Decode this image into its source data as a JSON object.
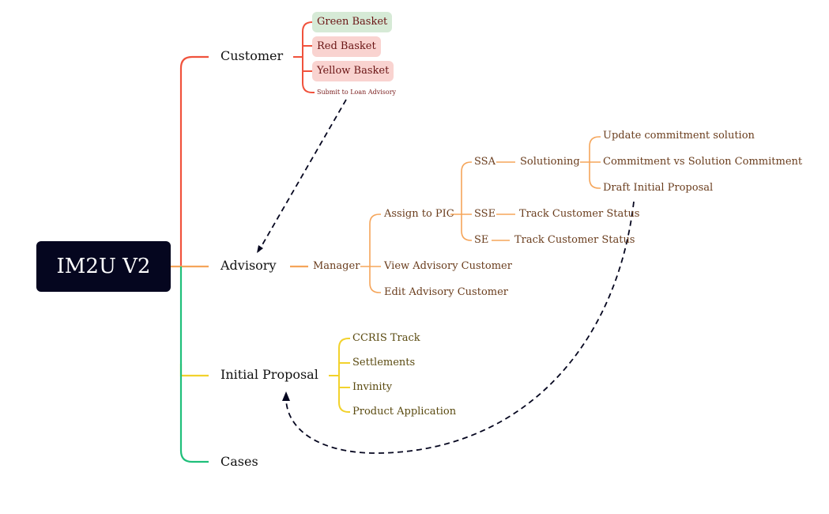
{
  "root": {
    "label": "IM2U V2",
    "color": "#05061f"
  },
  "branches": {
    "customer": {
      "label": "Customer",
      "color": "#f0523c",
      "children": [
        {
          "label": "Green Basket",
          "bg": "#d6ead6"
        },
        {
          "label": "Red Basket",
          "bg": "#f9d3d0"
        },
        {
          "label": "Yellow Basket",
          "bg": "#f9d3d0"
        },
        {
          "label": "Submit to Loan Advisory"
        }
      ]
    },
    "advisory": {
      "label": "Advisory",
      "color": "#f5a55a",
      "manager": "Manager",
      "assign": "Assign to PIC",
      "ssa": "SSA",
      "solutioning": "Solutioning",
      "solutions": [
        "Update commitment solution",
        "Commitment vs Solution Commitment",
        "Draft Initial Proposal"
      ],
      "sse": "SSE",
      "sse_track": "Track Customer Status",
      "se": "SE",
      "se_track": "Track Customer Status",
      "view": "View Advisory Customer",
      "edit": "Edit Advisory Customer"
    },
    "initial_proposal": {
      "label": "Initial Proposal",
      "color": "#f2d22c",
      "children": [
        "CCRIS Track",
        "Settlements",
        "Invinity",
        "Product Application"
      ]
    },
    "cases": {
      "label": "Cases",
      "color": "#1fbf7a"
    }
  },
  "relations": [
    {
      "from": "Submit to Loan Advisory",
      "to": "Advisory"
    },
    {
      "from": "Draft Initial Proposal",
      "to": "Initial Proposal"
    }
  ]
}
